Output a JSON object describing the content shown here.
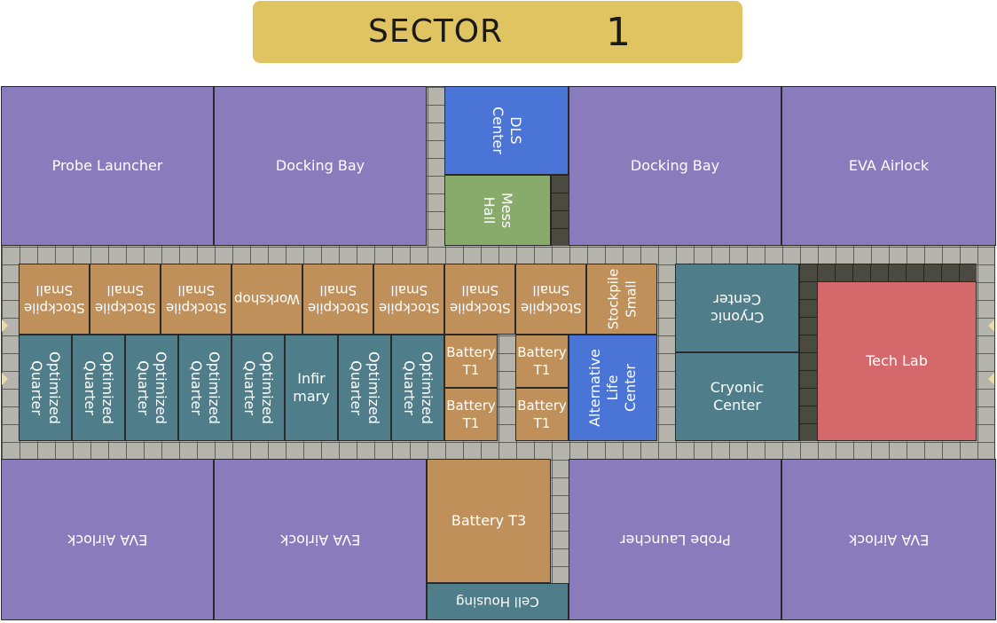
{
  "header": {
    "label": "SECTOR",
    "number": "1"
  },
  "rooms": {
    "top": {
      "probe_launcher": "Probe Launcher",
      "docking_bay_1": "Docking Bay",
      "dls_center": "DLS\nCenter",
      "mess_hall": "Mess\nHall",
      "docking_bay_2": "Docking Bay",
      "eva_airlock": "EVA Airlock"
    },
    "stockpiles": [
      "Stockpile\nSmall",
      "Stockpile\nSmall",
      "Stockpile\nSmall",
      "Workshop",
      "Stockpile\nSmall",
      "Stockpile\nSmall",
      "Stockpile\nSmall",
      "Stockpile\nSmall",
      "Stockpile\nSmall"
    ],
    "quarters": [
      "Optimized\nQuarter",
      "Optimized\nQuarter",
      "Optimized\nQuarter",
      "Optimized\nQuarter",
      "Optimized\nQuarter",
      "Infir\nmary",
      "Optimized\nQuarter",
      "Optimized\nQuarter"
    ],
    "batteries": [
      "Battery\nT1",
      "Battery\nT1",
      "Battery\nT1",
      "Battery\nT1"
    ],
    "alt_life_center": "Alternative\nLife\nCenter",
    "cryonic_center_top": "Cryonic\nCenter",
    "cryonic_center_bottom": "Cryonic\nCenter",
    "tech_lab": "Tech Lab",
    "bottom": {
      "eva_airlock_1": "EVA Airlock",
      "eva_airlock_2": "EVA Airlock",
      "battery_t3": "Battery T3",
      "cell_housing": "Cell Housing",
      "probe_launcher": "Probe Launcher",
      "eva_airlock_3": "EVA Airlock"
    }
  },
  "colors": {
    "header": "#e0c462",
    "large_module": "#8a7bbd",
    "life_support": "#4a75d6",
    "food": "#88aa6b",
    "storage_power": "#bf905a",
    "crew": "#4f7e8a",
    "research": "#d4686a"
  }
}
